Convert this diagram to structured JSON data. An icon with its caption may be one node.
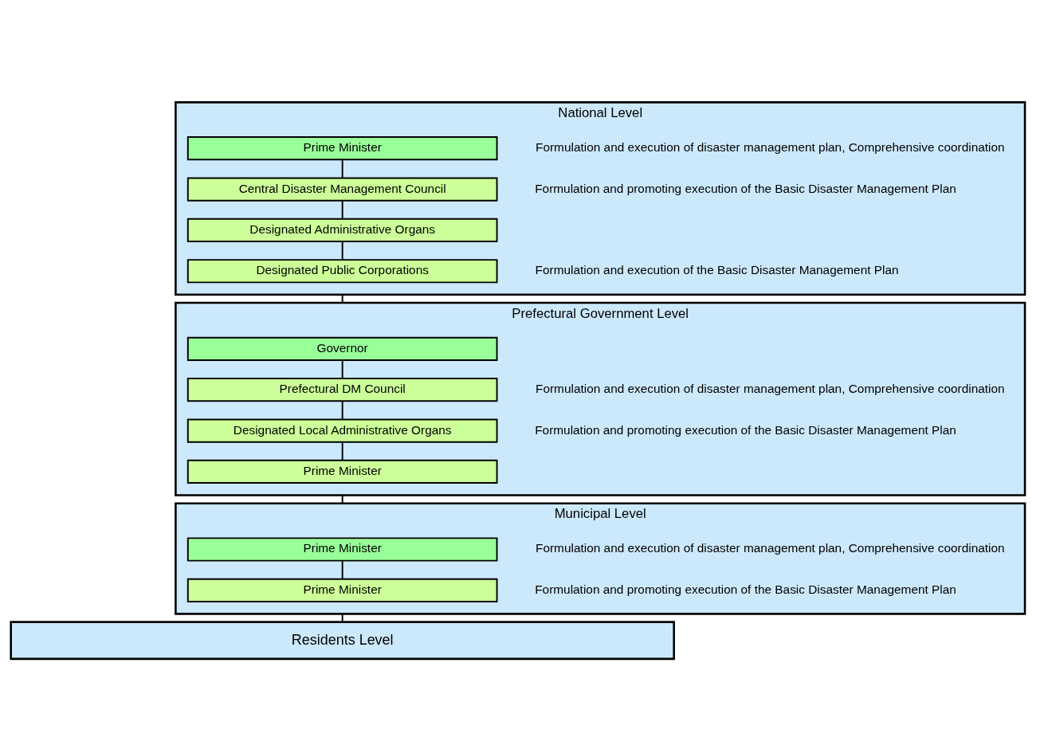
{
  "diagram": {
    "nodes": [
      {
        "text": [
          "National Level"
        ]
      },
      {
        "text": [
          "Prime Minister"
        ],
        "in": 0,
        "beside": [
          "Formulation and execution of disaster management plan, Comprehensive coordination"
        ]
      },
      {
        "text": [
          "Central Disaster Management Council"
        ],
        "in": 0,
        "beside": [
          "Formulation and promoting execution of the Basic Disaster Management Plan"
        ]
      },
      {
        "text": [
          "Designated Administrative Organs"
        ],
        "in": 0
      },
      {
        "text": [
          "Designated Public Corporations"
        ],
        "in": 0,
        "beside": [
          "Formulation and execution of the Basic Disaster Management Plan"
        ]
      },
      {
        "text": [
          "Prefectural Government Level"
        ]
      },
      {
        "text": [
          "Governor"
        ],
        "in": 5
      },
      {
        "text": [
          "Prefectural DM Council"
        ],
        "in": 5,
        "beside": [
          "Formulation and execution of disaster management plan, Comprehensive coordination"
        ]
      },
      {
        "text": [
          "Designated Local Administrative Organs"
        ],
        "in": 5,
        "beside": [
          "Formulation and promoting execution of the Basic Disaster Management Plan"
        ]
      },
      {
        "text": [
          "Prime Minister"
        ],
        "in": 5
      },
      {
        "text": [
          "Municipal Level"
        ]
      },
      {
        "text": [
          "Prime Minister"
        ],
        "in": 10,
        "beside": [
          "Formulation and execution of disaster management plan, Comprehensive coordination"
        ]
      },
      {
        "text": [
          "Prime Minister"
        ],
        "in": 10,
        "beside": [
          "Formulation and promoting execution of the Basic Disaster Management Plan"
        ]
      },
      {
        "text": [
          "Residents Level"
        ]
      }
    ],
    "edges": [
      {
        "from": 1,
        "to": 2,
        "arrow": "none"
      },
      {
        "from": 2,
        "to": 3,
        "arrow": "none"
      },
      {
        "from": 3,
        "to": 4,
        "arrow": "none"
      },
      {
        "from": 0,
        "to": 5,
        "arrow": "none"
      },
      {
        "from": 6,
        "to": 7,
        "arrow": "none"
      },
      {
        "from": 7,
        "to": 8,
        "arrow": "none"
      },
      {
        "from": 8,
        "to": 9,
        "arrow": "none"
      },
      {
        "from": 5,
        "to": 10,
        "arrow": "none"
      },
      {
        "from": 11,
        "to": 12,
        "arrow": "none"
      },
      {
        "from": 10,
        "to": 13,
        "arrow": "none"
      }
    ]
  }
}
